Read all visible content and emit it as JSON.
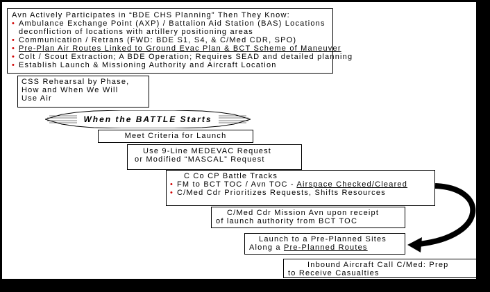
{
  "top_box": {
    "title": "Avn Actively Participates in “BDE CHS Planning” Then They Know:",
    "items": [
      {
        "text": "Ambulance Exchange Point (AXP) / Battalion Aid Station (BAS) Locations"
      },
      {
        "text": "deconfliction of locations with artillery positioning areas",
        "continuation": true
      },
      {
        "text": "Communication / Retrans (FWD: BDE S1, S4, & C/Med CDR, SPO)"
      },
      {
        "text": "Pre-Plan Air Routes Linked to Ground Evac Plan & BCT Scheme of Maneuver",
        "underline": true
      },
      {
        "text": "Colt / Scout Extraction; A BDE Operation; Requires SEAD and detailed planning"
      },
      {
        "text": "Establish Launch & Missioning Authority and Aircraft Location"
      }
    ]
  },
  "css_box": {
    "lines": [
      "CSS Rehearsal by Phase,",
      "How and When We Will",
      "Use Air"
    ]
  },
  "banner": {
    "text": "When the BATTLE Starts"
  },
  "steps": {
    "meet_criteria": "Meet Criteria for Launch",
    "nine_line": [
      "Use 9-Line MEDEVAC Request",
      "or  Modified “MASCAL” Request"
    ],
    "battle_tracks": {
      "title": "C Co CP Battle Tracks",
      "item1_prefix": "FM to BCT TOC / Avn TOC - ",
      "item1_underlined": "Airspace Checked/Cleared",
      "item2": "C/Med Cdr Prioritizes Requests, Shifts Resources"
    },
    "mission": [
      "C/Med Cdr Mission  Avn upon receipt",
      "of launch authority from  BCT TOC"
    ],
    "launch": {
      "line1": "Launch to a Pre-Planned Sites",
      "line2_prefix": "Along a ",
      "line2_underlined": "Pre-Planned Routes"
    },
    "inbound": [
      "Inbound Aircraft Call C/Med: Prep",
      "to Receive Casualties"
    ]
  },
  "colors": {
    "bullet": "#d00000",
    "background": "#000000",
    "canvas": "#ffffff"
  },
  "icons": [
    "curved-arrow-icon",
    "banner-star-shape-icon"
  ]
}
